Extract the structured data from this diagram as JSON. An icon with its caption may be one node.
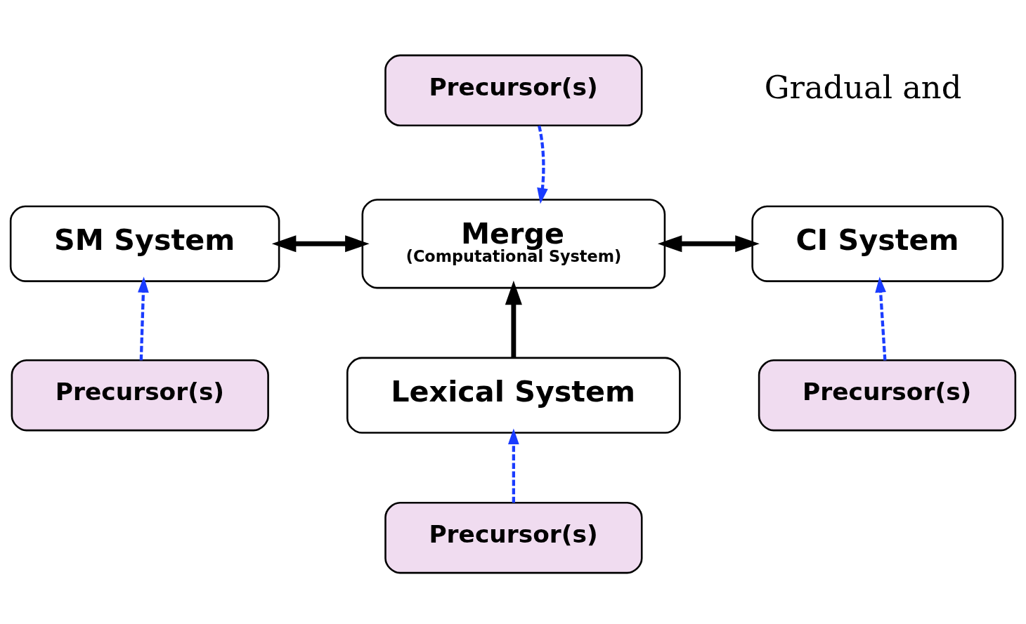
{
  "diagram": {
    "nodes": [
      {
        "text": [
          "Precursor(s)"
        ]
      },
      {
        "text": [
          "SM System"
        ]
      },
      {
        "text": [
          "Merge",
          "(Computational System)"
        ]
      },
      {
        "text": [
          "CI System"
        ]
      },
      {
        "text": [
          "Lexical System"
        ]
      },
      {
        "text": [
          "Precursor(s)"
        ]
      },
      {
        "text": [
          "Precursor(s)"
        ]
      },
      {
        "text": [
          "Precursor(s)"
        ]
      }
    ],
    "edges": [
      {
        "from": 0,
        "to": 2,
        "arrow": "to",
        "style": "dashed"
      },
      {
        "from": 1,
        "to": 2,
        "arrow": "both",
        "color": "#000000"
      },
      {
        "from": 2,
        "to": 3,
        "arrow": "both",
        "color": "#000000"
      },
      {
        "from": 4,
        "to": 2,
        "arrow": "to",
        "color": "#000000"
      },
      {
        "from": 5,
        "to": 1,
        "arrow": "to",
        "style": "dashed"
      },
      {
        "from": 6,
        "to": 4,
        "arrow": "to",
        "style": "dashed"
      },
      {
        "from": 7,
        "to": 3,
        "arrow": "to",
        "style": "dashed"
      }
    ],
    "labels": [
      "Gradual and"
    ]
  }
}
